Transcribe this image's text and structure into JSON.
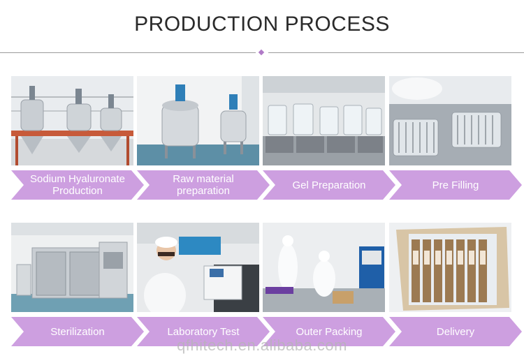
{
  "title": "PRODUCTION PROCESS",
  "watermark": "qfhitech.en.alibaba.com",
  "colors": {
    "accent": "#cd9fe0",
    "diamond": "#b07ac7",
    "title": "#2a2a2a"
  },
  "steps": [
    {
      "label": "Sodium Hyaluronate Production",
      "photo": "stainless-reactor-tanks-icon"
    },
    {
      "label": "Raw material preparation",
      "photo": "mixing-tank-icon"
    },
    {
      "label": "Gel Preparation",
      "photo": "glass-beakers-icon"
    },
    {
      "label": "Pre Filling",
      "photo": "syringe-tray-icon"
    },
    {
      "label": "Sterilization",
      "photo": "sterilizer-cabinet-icon"
    },
    {
      "label": "Laboratory Test",
      "photo": "lab-technician-icon"
    },
    {
      "label": "Outer Packing",
      "photo": "packing-workers-icon"
    },
    {
      "label": "Delivery",
      "photo": "product-boxes-icon"
    }
  ]
}
